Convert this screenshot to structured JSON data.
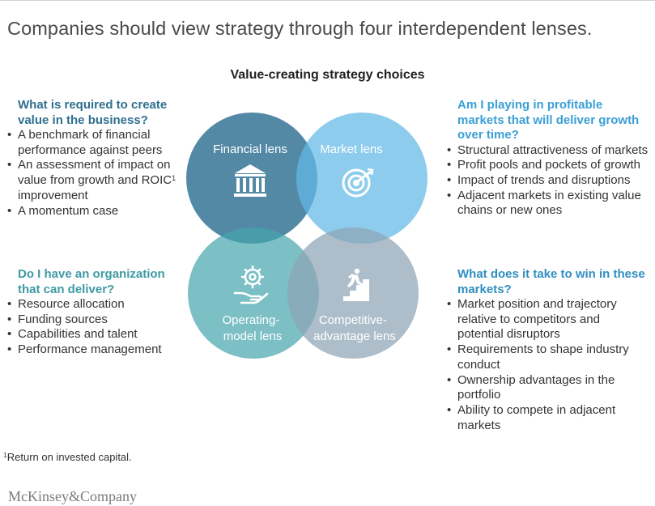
{
  "header": {
    "title": "Companies should view strategy through four interdependent lenses."
  },
  "diagram": {
    "subtitle": "Value-creating strategy choices",
    "lenses": [
      {
        "label_lines": [
          "Financial lens"
        ],
        "icon": "bank-building-icon",
        "color": "#2e6f92"
      },
      {
        "label_lines": [
          "Market lens"
        ],
        "icon": "target-icon",
        "color": "#62b9e8"
      },
      {
        "label_lines": [
          "Operating-",
          "model lens"
        ],
        "icon": "gear-hand-icon",
        "color": "#45a4ad"
      },
      {
        "label_lines": [
          "Competitive-",
          "advantage lens"
        ],
        "icon": "runner-stairs-icon",
        "color": "#9aafbf"
      }
    ]
  },
  "panels": {
    "top_left": {
      "heading": "What is required to create value in the business?",
      "items": [
        "A benchmark of financial performance against peers",
        "An assessment of impact on value from growth and ROIC",
        "improvement",
        "A momentum case"
      ]
    },
    "top_right": {
      "heading": "Am I playing in profitable markets that will deliver growth over time?",
      "items": [
        "Structural attractiveness of markets",
        "Profit pools and pockets of growth",
        "Impact of trends and disruptions",
        "Adjacent markets in existing value chains or new ones"
      ]
    },
    "bottom_left": {
      "heading": "Do I have an organization that can deliver?",
      "items": [
        "Resource allocation",
        "Funding sources",
        "Capabilities and talent",
        "Performance management"
      ]
    },
    "bottom_right": {
      "heading": "What does it take to win in these markets?",
      "items": [
        "Market position and trajectory relative to competitors and potential disruptors",
        "Requirements to shape industry conduct",
        "Ownership advantages in the portfolio",
        "Ability to compete in adjacent markets"
      ]
    }
  },
  "footnote": {
    "mark": "1",
    "text": "Return on invested capital."
  },
  "footer": {
    "logo": "McKinsey&Company"
  }
}
